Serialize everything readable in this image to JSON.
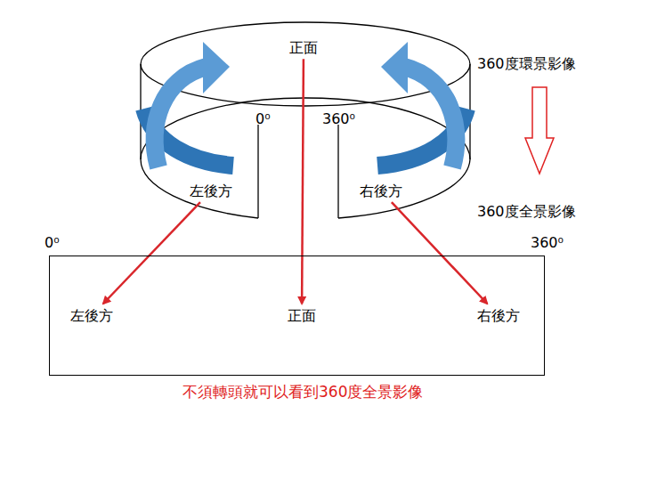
{
  "diagram": {
    "caption": "不須轉頭就可以看到360度全景影像",
    "nodes": [
      {
        "text": []
      },
      {
        "text": [
          "正面"
        ],
        "in": 0
      },
      {
        "text": [
          "左後方"
        ],
        "in": 0
      },
      {
        "text": [
          "右後方"
        ],
        "in": 0
      },
      {
        "text": []
      },
      {
        "text": [
          "左後方"
        ],
        "in": 4
      },
      {
        "text": [
          "正面"
        ],
        "in": 4
      },
      {
        "text": [
          "右後方"
        ],
        "in": 4
      }
    ],
    "edges": [
      {
        "from": 1,
        "to": 6,
        "arrow": "to"
      },
      {
        "from": 2,
        "to": 5,
        "arrow": "to"
      },
      {
        "from": 3,
        "to": 7,
        "arrow": "to"
      }
    ],
    "labels": [
      "0⁰",
      "360⁰",
      "0⁰",
      "360⁰",
      "360度環景影像",
      "360度全景影像"
    ]
  }
}
